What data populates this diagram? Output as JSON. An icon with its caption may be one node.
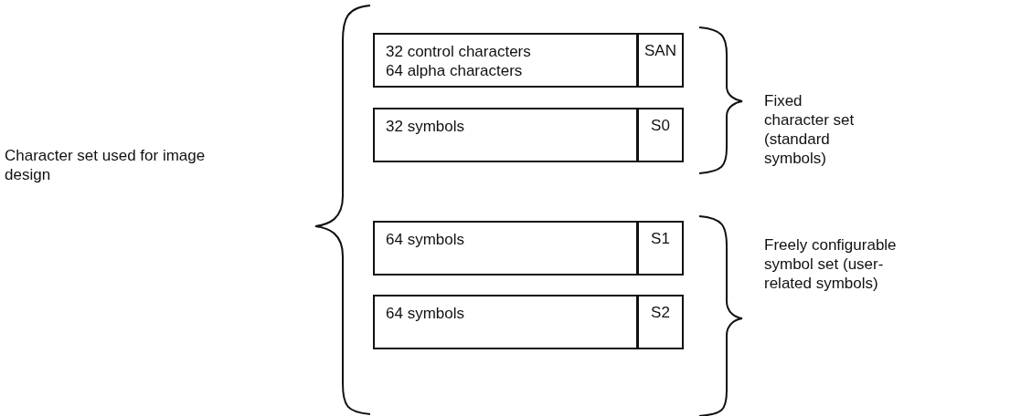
{
  "diagram": {
    "nodes": [
      {
        "text": [
          "32 control characters",
          "64 alpha characters",
          "SAN"
        ]
      },
      {
        "text": [
          "32 symbols",
          "S0"
        ]
      },
      {
        "text": [
          "64 symbols",
          "S1"
        ]
      },
      {
        "text": [
          "64 symbols",
          "S2"
        ]
      }
    ],
    "edges": [],
    "labels": [
      "Fixed character set (standard symbols)",
      "Character set used for image design",
      "Freely configurable symbol set (user-related symbols)"
    ]
  }
}
